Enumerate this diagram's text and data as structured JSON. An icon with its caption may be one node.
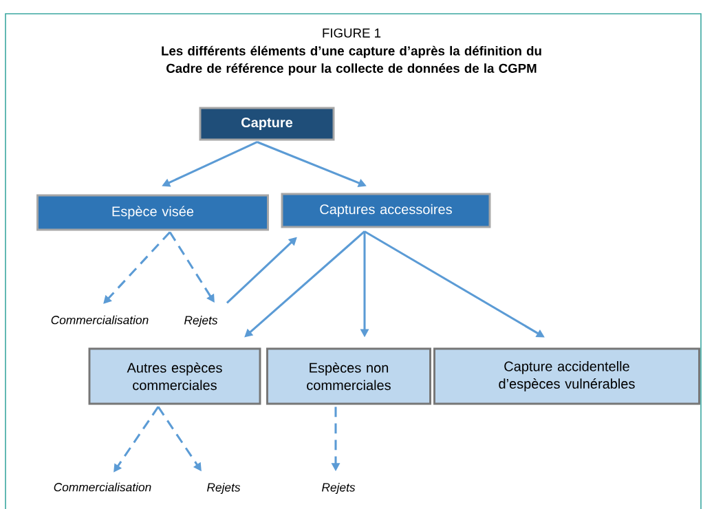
{
  "diagram": {
    "title": "FIGURE 1",
    "caption": "Les différents éléments d’une capture d’après la définition du Cadre de référence pour la collecte de données de la CGPM",
    "nodes": [
      {
        "text": [
          "Capture"
        ]
      },
      {
        "text": [
          "Espèce visée"
        ]
      },
      {
        "text": [
          "Captures accessoires"
        ]
      },
      {
        "text": [
          "Commercialisation"
        ]
      },
      {
        "text": [
          "Rejets"
        ]
      },
      {
        "text": [
          "Autres espèces commerciales"
        ]
      },
      {
        "text": [
          "Espèces non commerciales"
        ]
      },
      {
        "text": [
          "Capture accidentelle d’espèces vulnérables"
        ]
      },
      {
        "text": [
          "Commercialisation"
        ]
      },
      {
        "text": [
          "Rejets"
        ]
      },
      {
        "text": [
          "Rejets"
        ]
      }
    ],
    "edges": [
      {
        "from": 0,
        "to": 1,
        "arrow": "to"
      },
      {
        "from": 0,
        "to": 2,
        "arrow": "to"
      },
      {
        "from": 1,
        "to": 3,
        "arrow": "to",
        "style": "dashed"
      },
      {
        "from": 1,
        "to": 4,
        "arrow": "to",
        "style": "dashed"
      },
      {
        "from": 4,
        "to": 2,
        "arrow": "to"
      },
      {
        "from": 2,
        "to": 5,
        "arrow": "to"
      },
      {
        "from": 2,
        "to": 6,
        "arrow": "to"
      },
      {
        "from": 2,
        "to": 7,
        "arrow": "to"
      },
      {
        "from": 5,
        "to": 8,
        "arrow": "to",
        "style": "dashed"
      },
      {
        "from": 5,
        "to": 9,
        "arrow": "to",
        "style": "dashed"
      },
      {
        "from": 6,
        "to": 10,
        "arrow": "to",
        "style": "dashed"
      }
    ]
  }
}
